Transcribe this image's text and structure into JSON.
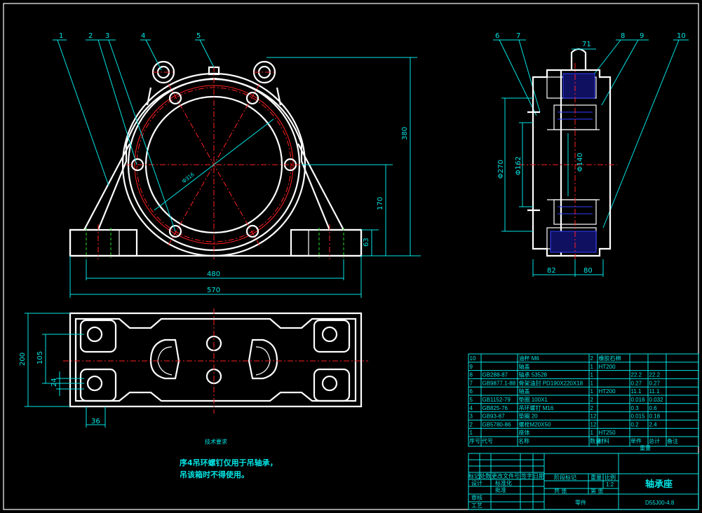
{
  "drawing": {
    "balloons": [
      "1",
      "2",
      "3",
      "4",
      "5",
      "6",
      "7",
      "8",
      "9",
      "10"
    ],
    "dimensions": {
      "front": [
        "380",
        "170",
        "63",
        "480",
        "570",
        "Φ316"
      ],
      "side": [
        "71",
        "Φ270",
        "Φ162",
        "Φ140",
        "82",
        "80"
      ],
      "top": [
        "200",
        "105",
        "24",
        "36"
      ]
    }
  },
  "technical_requirements": {
    "title": "技术要求",
    "lines": [
      "序4吊环螺钉仅用于吊轴承，",
      "吊该箱时不得使用。"
    ]
  },
  "parts_list": {
    "rows": [
      {
        "no": "10",
        "standard": "",
        "name": "油杯 M6",
        "qty": "2",
        "material": "橡胶石棉",
        "unit": "",
        "total": ""
      },
      {
        "no": "9",
        "standard": "",
        "name": "轴盖",
        "qty": "1",
        "material": "HT200",
        "unit": "",
        "total": ""
      },
      {
        "no": "8",
        "standard": "GB288-87",
        "name": "轴承 53528",
        "qty": "1",
        "material": "",
        "unit": "22.2",
        "total": "22.2"
      },
      {
        "no": "7",
        "standard": "GB9877.1-88",
        "name": "骨架油封 PD190X220X18",
        "qty": "1",
        "material": "",
        "unit": "0.27",
        "total": "0.27"
      },
      {
        "no": "6",
        "standard": "",
        "name": "轴盖",
        "qty": "1",
        "material": "HT200",
        "unit": "11.1",
        "total": "11.1"
      },
      {
        "no": "5",
        "standard": "GB1152-79",
        "name": "垫圈 100X1",
        "qty": "2",
        "material": "",
        "unit": "0.016",
        "total": "0.032"
      },
      {
        "no": "4",
        "standard": "GB825-76",
        "name": "吊环螺钉 M16",
        "qty": "2",
        "material": "",
        "unit": "0.3",
        "total": "0.6"
      },
      {
        "no": "3",
        "standard": "GB93-87",
        "name": "垫圈 20",
        "qty": "12",
        "material": "",
        "unit": "0.015",
        "total": "0.18"
      },
      {
        "no": "2",
        "standard": "GB5780-86",
        "name": "螺栓M20X50",
        "qty": "12",
        "material": "",
        "unit": "0.2",
        "total": "2.4"
      },
      {
        "no": "1",
        "standard": "",
        "name": "座体",
        "qty": "1",
        "material": "HT250",
        "unit": "",
        "total": ""
      }
    ],
    "headers": {
      "no": "序号",
      "standard": "代号",
      "name": "名称",
      "qty": "数量",
      "material": "材料",
      "unit": "单件",
      "total": "总计",
      "weight": "重量",
      "remark": "备注"
    }
  },
  "title_block": {
    "mark": "标记",
    "count": "处数",
    "change_doc": "更改文件号",
    "sign": "签字",
    "date": "日期",
    "design": "设计",
    "standardize": "标准化",
    "review": "审核",
    "process": "工艺",
    "approve": "批准",
    "stage_mark": "阶段标记",
    "weight": "重量",
    "scale_label": "比例",
    "scale": "1:2",
    "sheets": "共  张",
    "sheet": "第  张",
    "part_name": "轴承座",
    "drawing_no": "D55J00-4.8",
    "type": "零件"
  }
}
